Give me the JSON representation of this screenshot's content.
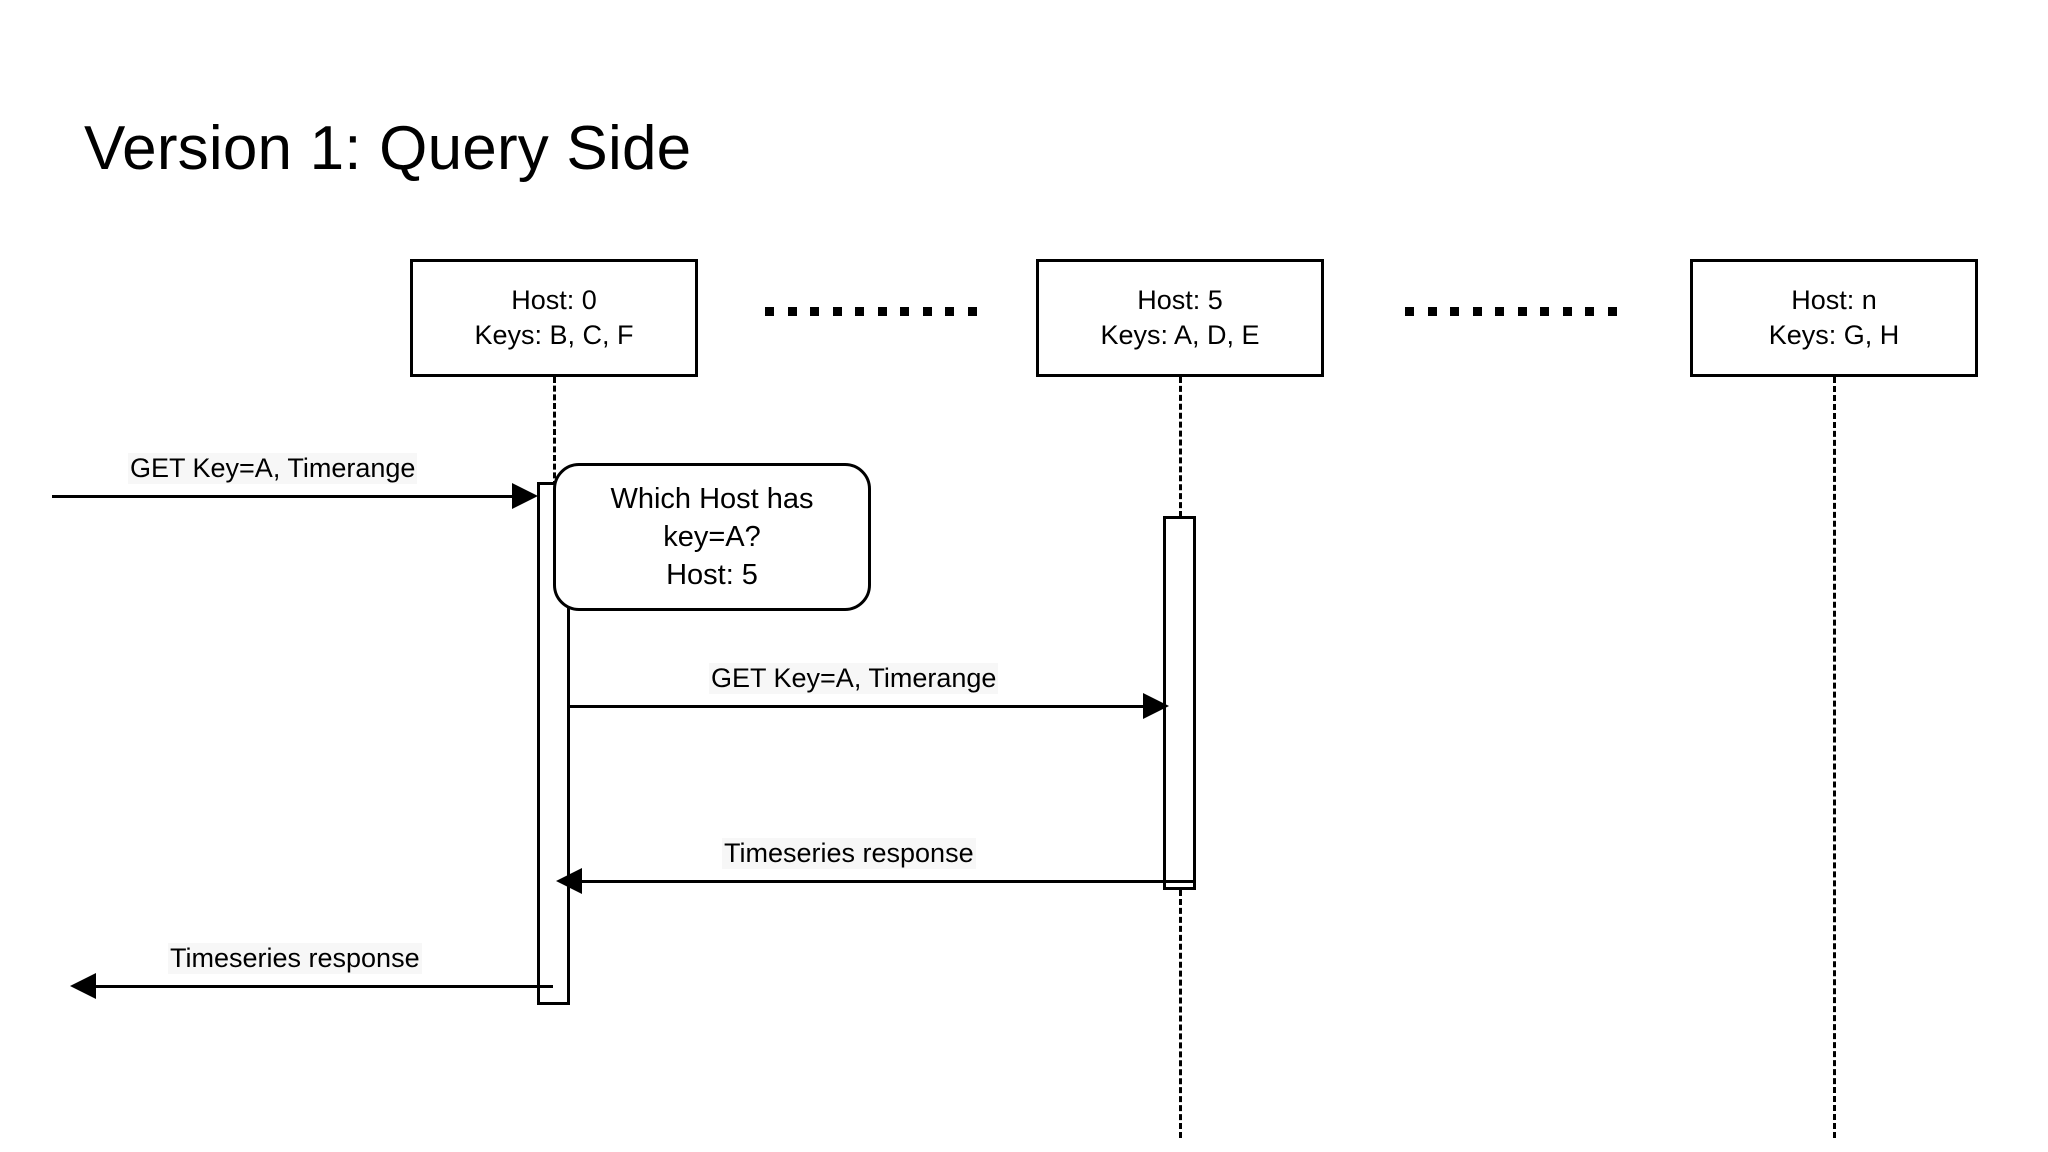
{
  "slide": {
    "title": "Version 1: Query Side"
  },
  "participants": [
    {
      "id": "host-0",
      "name_line": "Host: 0",
      "keys_line": "Keys: B, C, F"
    },
    {
      "id": "host-5",
      "name_line": "Host: 5",
      "keys_line": "Keys: A, D, E"
    },
    {
      "id": "host-n",
      "name_line": "Host: n",
      "keys_line": "Keys: G, H"
    }
  ],
  "separators": [
    {
      "id": "ellipsis-1",
      "dots": 10
    },
    {
      "id": "ellipsis-2",
      "dots": 10
    }
  ],
  "messages": [
    {
      "id": "inbound-get",
      "label": "GET Key=A, Timerange",
      "direction": "right"
    },
    {
      "id": "forward-get",
      "label": "GET Key=A, Timerange",
      "direction": "right"
    },
    {
      "id": "inner-response",
      "label": "Timeseries response",
      "direction": "left"
    },
    {
      "id": "outbound-response",
      "label": "Timeseries response",
      "direction": "left"
    }
  ],
  "note": {
    "id": "which-host-note",
    "line1": "Which Host has",
    "line2": "key=A?",
    "line3": "Host: 5"
  },
  "colors": {
    "stroke": "#000000",
    "background": "#ffffff",
    "label_background": "#f7f7f7"
  }
}
